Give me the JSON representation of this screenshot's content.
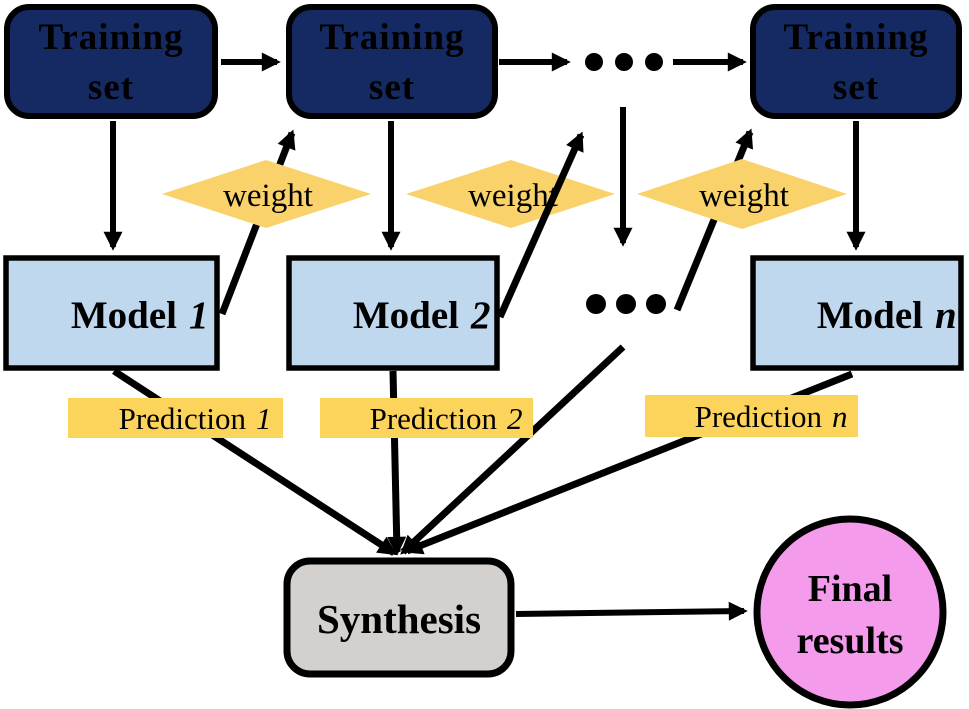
{
  "diagram": {
    "title": "ensemble-boosting-flowchart",
    "training_sets": [
      {
        "line1": "Training",
        "line2": "set"
      },
      {
        "line1": "Training",
        "line2": "set"
      },
      {
        "line1": "Training",
        "line2": "set"
      }
    ],
    "weights": [
      {
        "label": "weight"
      },
      {
        "label": "weight"
      },
      {
        "label": "weight"
      }
    ],
    "models": [
      {
        "name": "Model",
        "index": "1"
      },
      {
        "name": "Model",
        "index": "2"
      },
      {
        "name": "Model",
        "index": "n"
      }
    ],
    "predictions": [
      {
        "name": "Prediction",
        "index": "1"
      },
      {
        "name": "Prediction",
        "index": "2"
      },
      {
        "name": "Prediction",
        "index": "n"
      }
    ],
    "synthesis": {
      "label": "Synthesis"
    },
    "final_results": {
      "line1": "Final",
      "line2": "results"
    }
  },
  "colors": {
    "training_box_fill": "#152A63",
    "training_text": "#FFFFFF",
    "model_box_fill": "#BFD8EE",
    "weight_diamond_fill": "#F9D26B",
    "prediction_label_fill": "#FCD45C",
    "synthesis_fill": "#D3D0CD",
    "final_circle_fill": "#F59BEB",
    "outline": "#000000",
    "arrow": "#000000"
  }
}
